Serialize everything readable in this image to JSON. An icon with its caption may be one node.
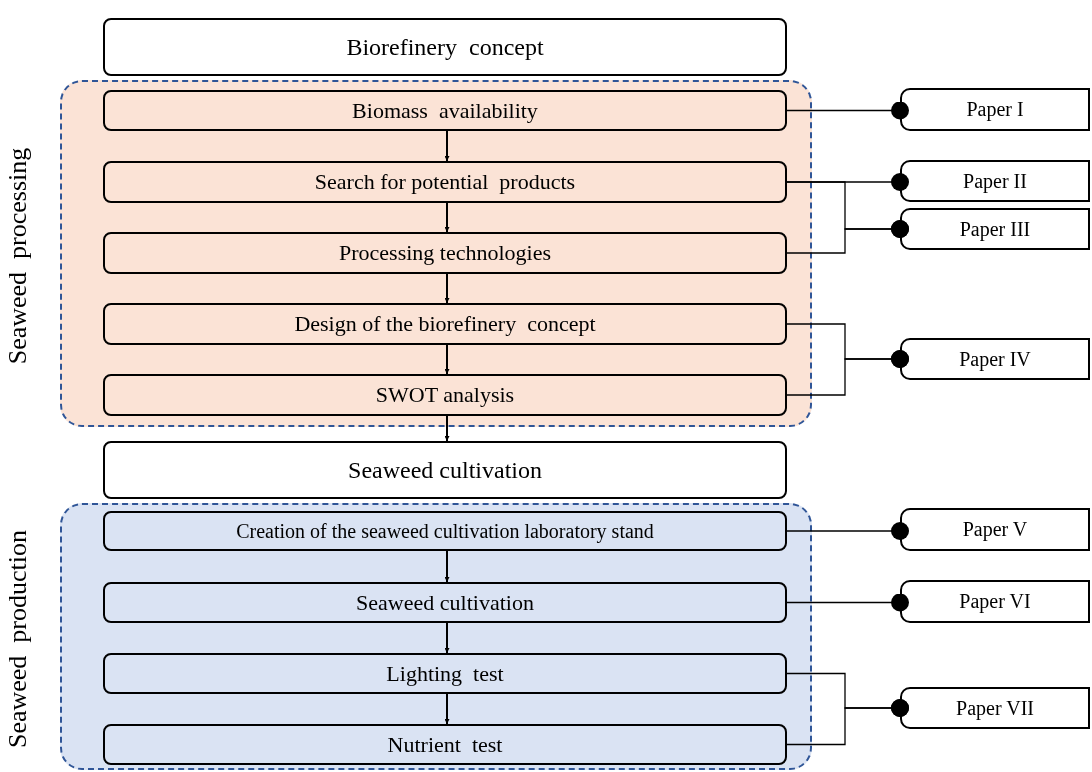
{
  "diagram": {
    "nodes": [
      {
        "text": [
          "Biorefinery  concept"
        ]
      },
      {
        "text": [
          "Seaweed  processing"
        ]
      },
      {
        "text": [
          "Biomass  availability"
        ],
        "in": 1
      },
      {
        "text": [
          "Search for potential  products"
        ],
        "in": 1
      },
      {
        "text": [
          "Processing technologies"
        ],
        "in": 1
      },
      {
        "text": [
          "Design of the biorefinery  concept"
        ],
        "in": 1
      },
      {
        "text": [
          "SWOT analysis"
        ],
        "in": 1
      },
      {
        "text": [
          "Seaweed cultivation"
        ]
      },
      {
        "text": [
          "Seaweed  production"
        ]
      },
      {
        "text": [
          "Creation of the seaweed cultivation laboratory stand"
        ],
        "in": 8
      },
      {
        "text": [
          "Seaweed cultivation"
        ],
        "in": 8
      },
      {
        "text": [
          "Lighting  test"
        ],
        "in": 8
      },
      {
        "text": [
          "Nutrient  test"
        ],
        "in": 8
      },
      {
        "text": [
          "Paper I"
        ]
      },
      {
        "text": [
          "Paper II"
        ]
      },
      {
        "text": [
          "Paper III"
        ]
      },
      {
        "text": [
          "Paper IV"
        ]
      },
      {
        "text": [
          "Paper V"
        ]
      },
      {
        "text": [
          "Paper VI"
        ]
      },
      {
        "text": [
          "Paper VII"
        ]
      }
    ],
    "edges": [
      {
        "from": 2,
        "to": 3,
        "arrow": "to"
      },
      {
        "from": 3,
        "to": 4,
        "arrow": "to"
      },
      {
        "from": 4,
        "to": 5,
        "arrow": "to"
      },
      {
        "from": 5,
        "to": 6,
        "arrow": "to"
      },
      {
        "from": 6,
        "to": 7,
        "arrow": "to"
      },
      {
        "from": 9,
        "to": 10,
        "arrow": "to"
      },
      {
        "from": 10,
        "to": 11,
        "arrow": "to"
      },
      {
        "from": 11,
        "to": 12,
        "arrow": "to"
      },
      {
        "from": 2,
        "to": 13,
        "arrow": "other"
      },
      {
        "from": 3,
        "to": 14,
        "arrow": "other"
      },
      {
        "from": 3,
        "to": 15,
        "arrow": "other"
      },
      {
        "from": 4,
        "to": 15,
        "arrow": "other"
      },
      {
        "from": 5,
        "to": 16,
        "arrow": "other"
      },
      {
        "from": 6,
        "to": 16,
        "arrow": "other"
      },
      {
        "from": 9,
        "to": 17,
        "arrow": "other"
      },
      {
        "from": 10,
        "to": 18,
        "arrow": "other"
      },
      {
        "from": 11,
        "to": 19,
        "arrow": "other"
      },
      {
        "from": 12,
        "to": 19,
        "arrow": "other"
      }
    ]
  }
}
